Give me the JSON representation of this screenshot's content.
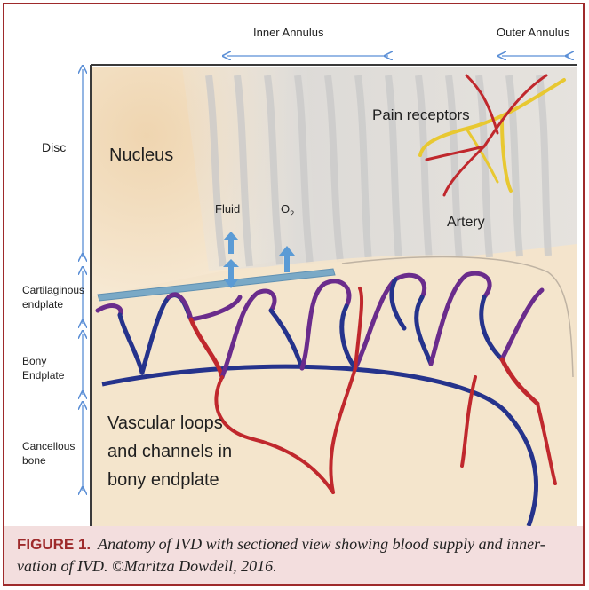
{
  "labels": {
    "inner_annulus": "Inner Annulus",
    "outer_annulus": "Outer Annulus",
    "disc": "Disc",
    "nucleus": "Nucleus",
    "pain_receptors": "Pain receptors",
    "fluid": "Fluid",
    "o2_main": "O",
    "o2_sub": "2",
    "artery": "Artery",
    "cartilaginous_line1": "Cartilaginous",
    "cartilaginous_line2": "endplate",
    "bony_line1": "Bony",
    "bony_line2": "Endplate",
    "cancellous_line1": "Cancellous",
    "cancellous_line2": "bone",
    "vascular_line1": "Vascular loops",
    "vascular_line2": "and channels in",
    "vascular_line3": "bony endplate"
  },
  "caption": {
    "label": "FIGURE 1.",
    "text_line1": "Anatomy of IVD with sectioned view showing blood supply and inner-",
    "text_line2": "vation of IVD. ©Maritza Dowdell, 2016."
  },
  "colors": {
    "frame": "#9e2a2b",
    "caption_bg": "#f3dede",
    "bracket": "#5b8fd6",
    "artery": "#c0282d",
    "nerve": "#e8c831",
    "vein": "#25338c",
    "loop": "#6a2c8c",
    "endplate": "#7aa9c6",
    "tissue": "#f3dfc0"
  }
}
